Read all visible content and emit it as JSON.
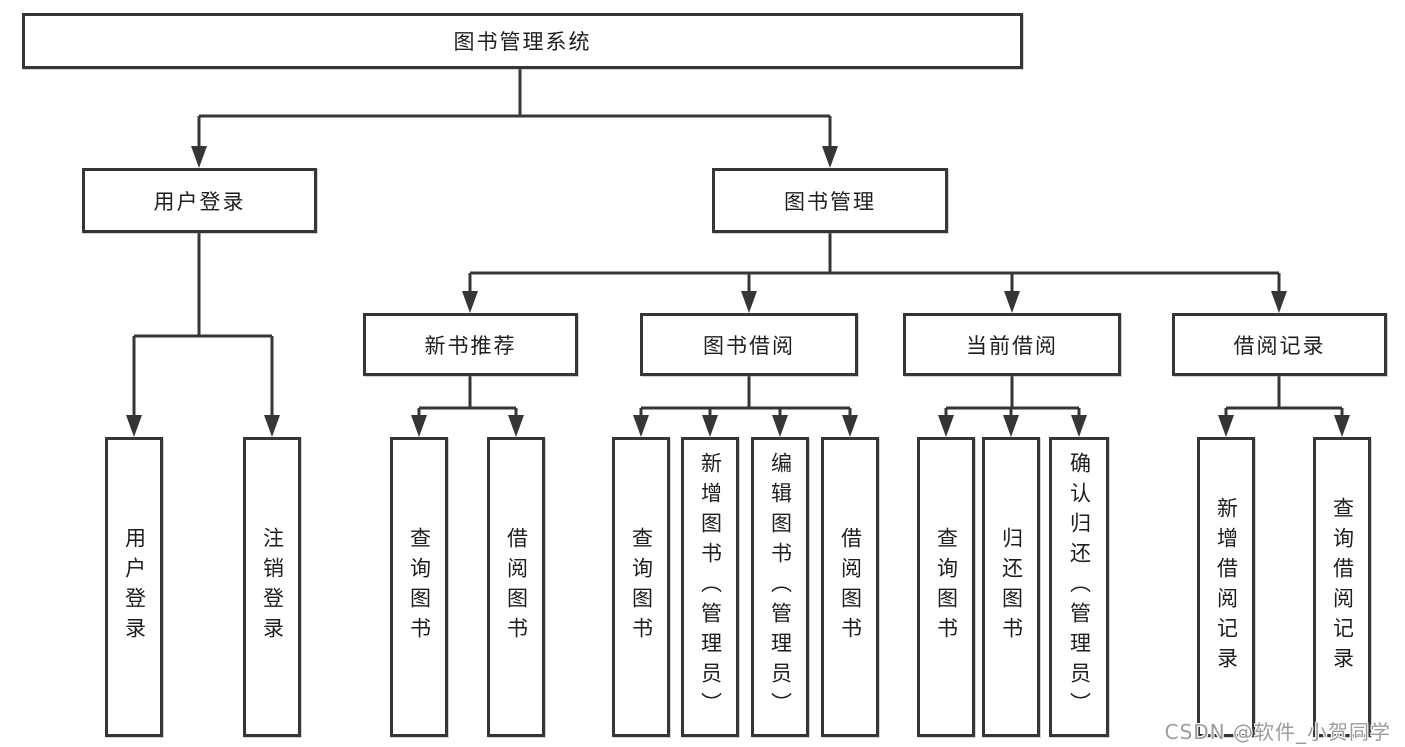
{
  "diagram_title": "图书管理系统",
  "tree": {
    "label": "图书管理系统",
    "children": [
      {
        "label": "用户登录",
        "children": [
          {
            "label": "用户登录"
          },
          {
            "label": "注销登录"
          }
        ]
      },
      {
        "label": "图书管理",
        "children": [
          {
            "label": "新书推荐",
            "children": [
              {
                "label": "查询图书"
              },
              {
                "label": "借阅图书"
              }
            ]
          },
          {
            "label": "图书借阅",
            "children": [
              {
                "label": "查询图书"
              },
              {
                "label": "新增图书（管理员）"
              },
              {
                "label": "编辑图书（管理员）"
              },
              {
                "label": "借阅图书"
              }
            ]
          },
          {
            "label": "当前借阅",
            "children": [
              {
                "label": "查询图书"
              },
              {
                "label": "归还图书"
              },
              {
                "label": "确认归还（管理员）"
              }
            ]
          },
          {
            "label": "借阅记录",
            "children": [
              {
                "label": "新增借阅记录"
              },
              {
                "label": "查询借阅记录"
              }
            ]
          }
        ]
      }
    ]
  },
  "watermark": {
    "text": "CSDN @软件_小贺同学"
  },
  "colors": {
    "background": "#ffffff",
    "line": "#363636",
    "box_border": "#363636",
    "text": "#1e1e1e",
    "watermark": "#9c9c9c"
  }
}
